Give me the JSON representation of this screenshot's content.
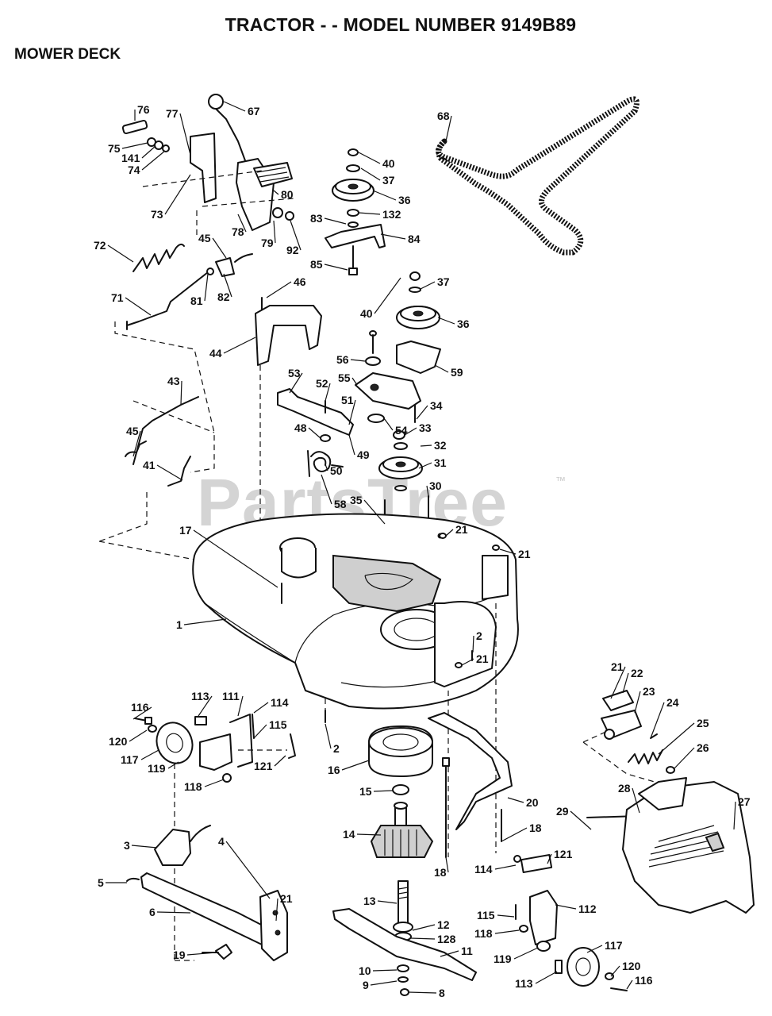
{
  "title": "TRACTOR - - MODEL NUMBER 9149B89",
  "section": "MOWER DECK",
  "watermark": "PartsTree",
  "watermark_mark": "™",
  "part_numbers": [
    "1",
    "2",
    "3",
    "4",
    "5",
    "6",
    "8",
    "9",
    "10",
    "11",
    "12",
    "13",
    "14",
    "15",
    "16",
    "17",
    "18",
    "19",
    "20",
    "21",
    "22",
    "23",
    "24",
    "25",
    "26",
    "27",
    "28",
    "29",
    "30",
    "31",
    "32",
    "33",
    "34",
    "35",
    "36",
    "37",
    "40",
    "41",
    "43",
    "44",
    "45",
    "46",
    "48",
    "49",
    "50",
    "51",
    "52",
    "53",
    "54",
    "55",
    "56",
    "58",
    "59",
    "67",
    "68",
    "71",
    "72",
    "73",
    "74",
    "75",
    "76",
    "77",
    "78",
    "79",
    "80",
    "81",
    "82",
    "83",
    "84",
    "85",
    "92",
    "111",
    "112",
    "113",
    "114",
    "115",
    "116",
    "117",
    "118",
    "119",
    "120",
    "121",
    "128",
    "132",
    "141"
  ]
}
